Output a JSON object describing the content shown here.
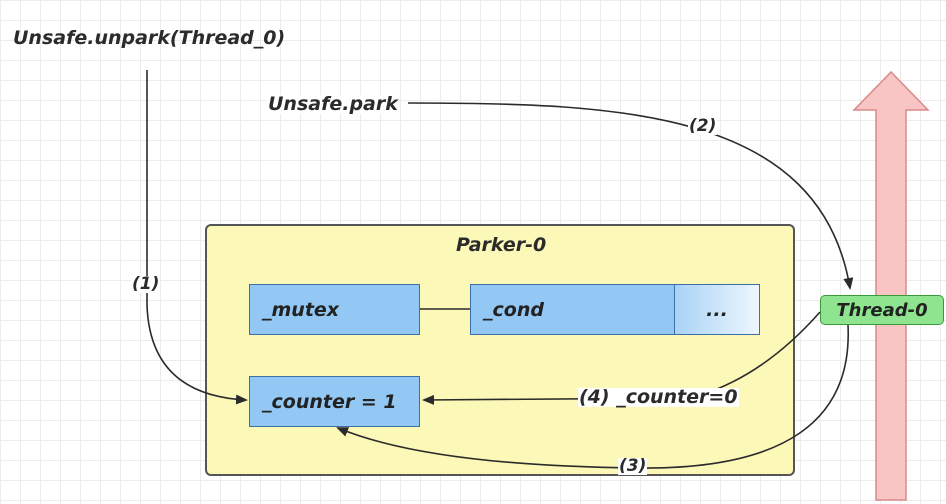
{
  "labels": {
    "unpark": "Unsafe.unpark(Thread_0)",
    "park": "Unsafe.park",
    "step1": "(1)",
    "step2": "(2)",
    "step3": "(3)",
    "step4": "(4) _counter=0"
  },
  "parker": {
    "title": "Parker-0",
    "mutex": "_mutex",
    "cond": "_cond",
    "more": "...",
    "counter": "_counter = 1"
  },
  "thread": "Thread-0",
  "colors": {
    "parker_fill": "#fbf8b8",
    "field_fill": "#93c8f4",
    "thread_fill": "#8fe58f",
    "time_arrow_fill": "#f9c4c4"
  }
}
